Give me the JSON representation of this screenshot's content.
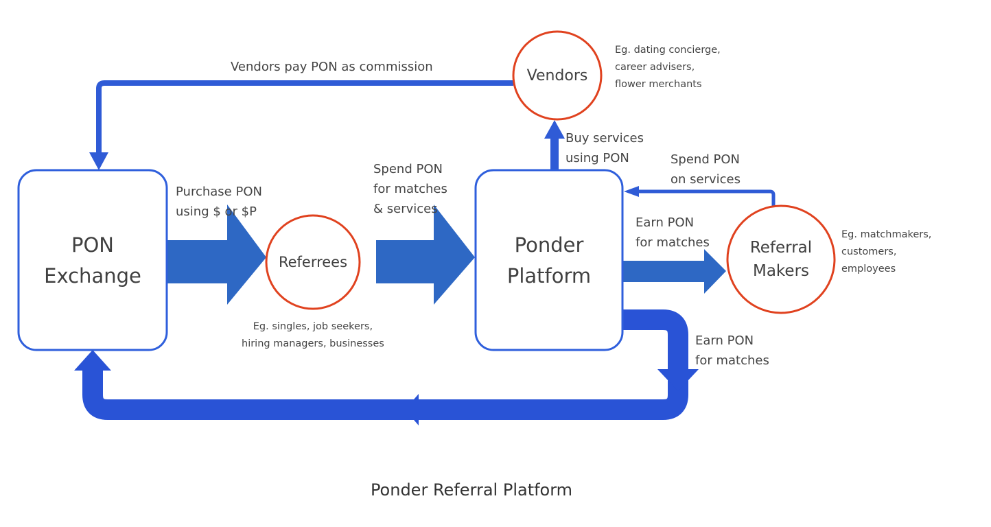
{
  "nodes": {
    "pon_exchange": "PON\nExchange",
    "ponder_platform": "Ponder\nPlatform",
    "vendors": "Vendors",
    "referrees": "Referrees",
    "referral_makers": "Referral\nMakers"
  },
  "edge_labels": {
    "vendors_pay": "Vendors pay PON as commission",
    "purchase_pon": "Purchase PON\nusing $ or $P",
    "spend_matches_services": "Spend PON\nfor matches\n& services",
    "buy_services": "Buy services\nusing PON",
    "spend_on_services": "Spend PON\non services",
    "earn_pon_referral": "Earn PON\nfor matches",
    "earn_pon_loop": "Earn PON\nfor matches"
  },
  "notes": {
    "vendors_eg": "Eg. dating concierge,\ncareer advisers,\nflower merchants",
    "referrees_eg": "Eg. singles, job seekers,\nhiring managers, businesses",
    "referral_makers_eg": "Eg. matchmakers,\ncustomers,\nemployees"
  },
  "caption": "Ponder Referral Platform",
  "colors": {
    "box_border": "#2f5fdc",
    "circle_border": "#e0421f",
    "arrow_thin": "#2f5bd6",
    "arrow_block": "#2e68c4",
    "loop_arrow": "#2953d6"
  }
}
